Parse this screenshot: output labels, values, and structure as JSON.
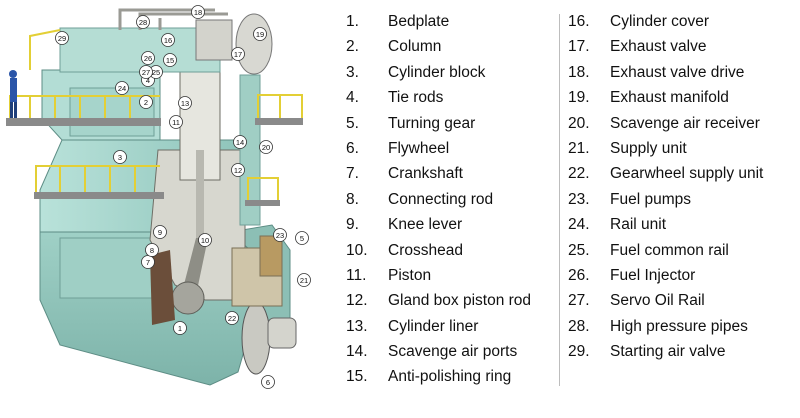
{
  "legend": {
    "left": [
      {
        "num": "1.",
        "label": "Bedplate"
      },
      {
        "num": "2.",
        "label": "Column"
      },
      {
        "num": "3.",
        "label": "Cylinder block"
      },
      {
        "num": "4.",
        "label": "Tie rods"
      },
      {
        "num": "5.",
        "label": "Turning gear"
      },
      {
        "num": "6.",
        "label": "Flywheel"
      },
      {
        "num": "7.",
        "label": "Crankshaft"
      },
      {
        "num": "8.",
        "label": "Connecting rod"
      },
      {
        "num": "9.",
        "label": "Knee lever"
      },
      {
        "num": "10.",
        "label": "Crosshead"
      },
      {
        "num": "11.",
        "label": "Piston"
      },
      {
        "num": "12.",
        "label": "Gland box piston rod"
      },
      {
        "num": "13.",
        "label": "Cylinder liner"
      },
      {
        "num": "14.",
        "label": "Scavenge air ports"
      },
      {
        "num": "15.",
        "label": "Anti-polishing ring"
      }
    ],
    "right": [
      {
        "num": "16.",
        "label": "Cylinder cover"
      },
      {
        "num": "17.",
        "label": "Exhaust valve"
      },
      {
        "num": "18.",
        "label": "Exhaust valve drive"
      },
      {
        "num": "19.",
        "label": "Exhaust manifold"
      },
      {
        "num": "20.",
        "label": "Scavenge air receiver"
      },
      {
        "num": "21.",
        "label": "Supply unit"
      },
      {
        "num": "22.",
        "label": "Gearwheel supply unit"
      },
      {
        "num": "23.",
        "label": "Fuel pumps"
      },
      {
        "num": "24.",
        "label": "Rail unit"
      },
      {
        "num": "25.",
        "label": "Fuel common rail"
      },
      {
        "num": "26.",
        "label": "Fuel Injector"
      },
      {
        "num": "27.",
        "label": "Servo Oil Rail"
      },
      {
        "num": "28.",
        "label": "High pressure pipes"
      },
      {
        "num": "29.",
        "label": "Starting air valve"
      }
    ]
  },
  "callouts": [
    "1",
    "2",
    "3",
    "4",
    "5",
    "6",
    "7",
    "8",
    "9",
    "10",
    "11",
    "12",
    "13",
    "14",
    "15",
    "16",
    "17",
    "18",
    "19",
    "20",
    "21",
    "22",
    "23",
    "24",
    "25",
    "26",
    "27",
    "28",
    "29"
  ],
  "colors": {
    "engine_body": "#a9d8cf",
    "engine_shade": "#7fb8ae",
    "cutaway": "#d8d8d2",
    "railing": "#e3cf35",
    "platform": "#8a8a8a",
    "text": "#111111"
  }
}
